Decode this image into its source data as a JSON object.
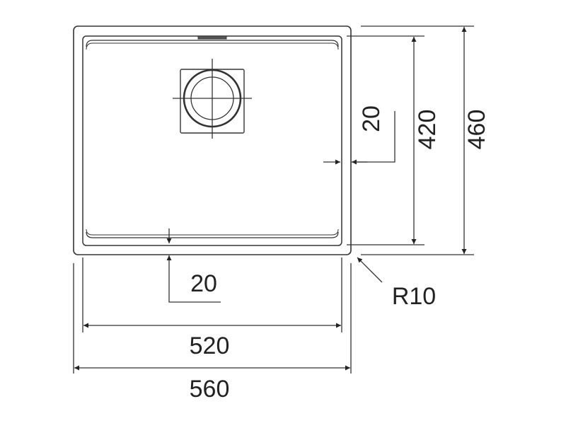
{
  "diagram": {
    "type": "technical-drawing",
    "subject": "undermount sink top view with dimensions",
    "line_color": "#333333",
    "background": "#ffffff",
    "dimensions": {
      "outer_width": "560",
      "inner_width": "520",
      "outer_height": "460",
      "inner_height": "420",
      "side_rim": "20",
      "bottom_rim": "20",
      "corner_radius": "R10"
    },
    "features": {
      "drain": "square drain with round strainer and centerlines",
      "overflow_slot": "slot at top rim"
    }
  }
}
